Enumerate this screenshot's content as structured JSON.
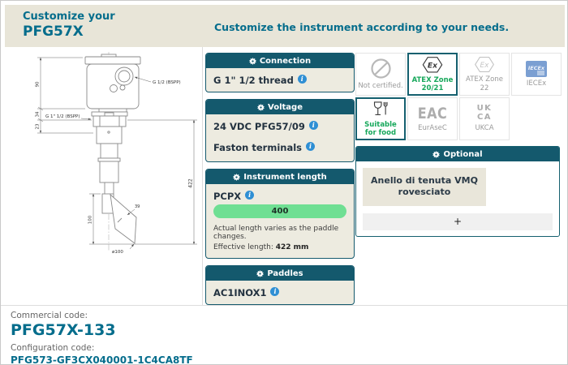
{
  "colors": {
    "header_bg": "#e8e5d8",
    "brand_teal": "#056d8c",
    "panel_teal": "#14596d",
    "card_bg": "#edebe0",
    "selected_green": "#17a85b",
    "slider_green": "#6fdf93",
    "info_blue": "#2f8fd4"
  },
  "header": {
    "customize_label": "Customize your",
    "product_name": "PFG57X",
    "subtitle": "Customize the instrument according to your needs."
  },
  "cards": {
    "connection": {
      "title": "Connection",
      "value": "G 1\" 1/2 thread"
    },
    "voltage": {
      "title": "Voltage",
      "rows": [
        "24 VDC PFG57/09",
        "Faston terminals"
      ]
    },
    "instrument_length": {
      "title": "Instrument length",
      "value": "PCPX",
      "slider_value": "400",
      "note": "Actual length varies as the paddle changes.",
      "effective_label": "Effective length:",
      "effective_value": "422 mm"
    },
    "paddles": {
      "title": "Paddles",
      "value": "AC1INOX1"
    }
  },
  "certifications": [
    {
      "label": "Not certified.",
      "selected": false
    },
    {
      "label": "ATEX Zone 20/21",
      "selected": true
    },
    {
      "label": "ATEX Zone 22",
      "selected": false
    },
    {
      "label": "IECEx",
      "selected": false
    },
    {
      "label": "Suitable for food",
      "selected": true
    },
    {
      "label": "EurAseC",
      "selected": false
    },
    {
      "label": "UKCA",
      "selected": false
    }
  ],
  "logos": {
    "atex": "Ex",
    "iecex": "IECEx",
    "eac": "EAC",
    "ukca_line1": "UK",
    "ukca_line2": "CA"
  },
  "optional": {
    "title": "Optional",
    "items": [
      "Anello di tenuta VMQ rovesciato"
    ],
    "add_label": "+"
  },
  "codes": {
    "commercial_label": "Commercial code:",
    "commercial_value": "PFG57X-133",
    "configuration_label": "Configuration code:",
    "configuration_value": "PFG573-GF3CX040001-1C4CA8TF"
  },
  "drawing": {
    "dim_90": "90",
    "dim_34": "34",
    "dim_23": "23",
    "dim_422": "422",
    "dim_100": "100",
    "dim_d100": "ø100",
    "dim_39": "39",
    "label_g112": "G 1\" 1/2 (BSPP)",
    "label_g12": "G 1/2 (BSPP)"
  },
  "icons": {
    "info_glyph": "i"
  }
}
